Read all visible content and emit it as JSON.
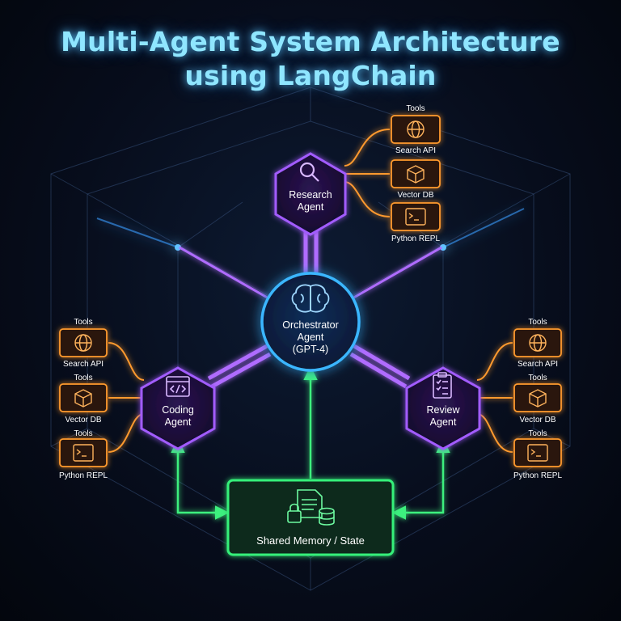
{
  "title": {
    "line1": "Multi-Agent System Architecture",
    "line2": "using LangChain"
  },
  "orchestrator": {
    "line1": "Orchestrator",
    "line2": "Agent",
    "line3": "(GPT-4)",
    "icon": "brain-icon"
  },
  "agents": {
    "research": {
      "line1": "Research",
      "line2": "Agent",
      "icon": "magnifier-icon"
    },
    "coding": {
      "line1": "Coding",
      "line2": "Agent",
      "icon": "code-window-icon"
    },
    "review": {
      "line1": "Review",
      "line2": "Agent",
      "icon": "clipboard-checklist-icon"
    }
  },
  "tools": {
    "heading": "Tools",
    "search": {
      "label": "Search API",
      "icon": "globe-icon"
    },
    "vector": {
      "label": "Vector DB",
      "icon": "cube-icon"
    },
    "python": {
      "label": "Python REPL",
      "icon": "terminal-icon"
    }
  },
  "memory": {
    "label": "Shared Memory / State",
    "icon": "document-lock-database-icon"
  },
  "colors": {
    "title": "#8fe6ff",
    "agent_purple": "#a25cff",
    "orchestrator_blue": "#3ab6ff",
    "tool_orange": "#ff9a2e",
    "memory_green": "#36f07a"
  }
}
